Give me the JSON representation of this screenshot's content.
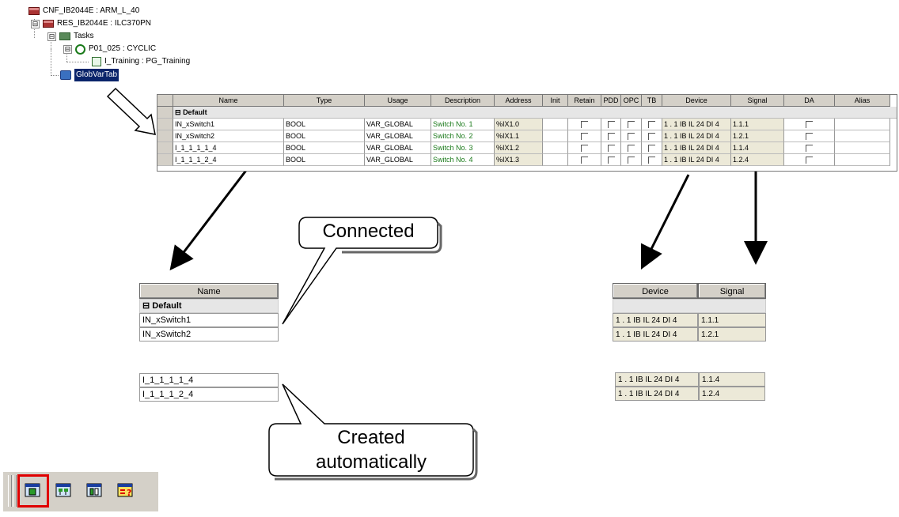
{
  "tree": {
    "nodes": [
      {
        "label": "CNF_IB2044E : ARM_L_40"
      },
      {
        "label": "RES_IB2044E : ILC370PN"
      },
      {
        "label": "Tasks"
      },
      {
        "label": "P01_025 : CYCLIC"
      },
      {
        "label": "I_Training : PG_Training"
      },
      {
        "label": "GlobVarTab"
      }
    ],
    "expand_symbol": "⊟"
  },
  "grid": {
    "columns": [
      "Name",
      "Type",
      "Usage",
      "Description",
      "Address",
      "Init",
      "Retain",
      "PDD",
      "OPC",
      "TB",
      "Device",
      "Signal",
      "DA",
      "Alias"
    ],
    "group_label": "Default",
    "group_symbol": "⊟",
    "rows": [
      {
        "name": "IN_xSwitch1",
        "type": "BOOL",
        "usage": "VAR_GLOBAL",
        "description": "Switch No. 1",
        "address": "%IX1.0",
        "device": "1 . 1 IB IL 24 DI 4",
        "signal": "1.1.1"
      },
      {
        "name": "IN_xSwitch2",
        "type": "BOOL",
        "usage": "VAR_GLOBAL",
        "description": "Switch No. 2",
        "address": "%IX1.1",
        "device": "1 . 1 IB IL 24 DI 4",
        "signal": "1.2.1"
      },
      {
        "name": "I_1_1_1_1_4",
        "type": "BOOL",
        "usage": "VAR_GLOBAL",
        "description": "Switch No. 3",
        "address": "%IX1.2",
        "device": "1 . 1 IB IL 24 DI 4",
        "signal": "1.1.4"
      },
      {
        "name": "I_1_1_1_2_4",
        "type": "BOOL",
        "usage": "VAR_GLOBAL",
        "description": "Switch No. 4",
        "address": "%IX1.3",
        "device": "1 . 1 IB IL 24 DI 4",
        "signal": "1.2.4"
      }
    ]
  },
  "name_table": {
    "header": "Name",
    "group_label": "Default",
    "group_symbol": "⊟",
    "connected_rows": [
      "IN_xSwitch1",
      "IN_xSwitch2"
    ],
    "auto_rows": [
      "I_1_1_1_1_4",
      "I_1_1_1_2_4"
    ]
  },
  "device_table": {
    "header_device": "Device",
    "header_signal": "Signal",
    "connected_rows": [
      {
        "device": "1 . 1 IB IL 24 DI 4",
        "signal": "1.1.1"
      },
      {
        "device": "1 . 1 IB IL 24 DI 4",
        "signal": "1.2.1"
      }
    ],
    "auto_rows": [
      {
        "device": "1 . 1 IB IL 24 DI 4",
        "signal": "1.1.4"
      },
      {
        "device": "1 . 1 IB IL 24 DI 4",
        "signal": "1.2.4"
      }
    ]
  },
  "callouts": {
    "connected": "Connected",
    "created_line1": "Created",
    "created_line2": "automatically"
  },
  "toolbar": {
    "buttons": [
      {
        "icon": "io-variable-icon",
        "active": true
      },
      {
        "icon": "network-variable-icon",
        "active": false
      },
      {
        "icon": "device-variable-icon",
        "active": false
      },
      {
        "icon": "unknown-variable-icon",
        "active": false
      }
    ],
    "active_color": "#e00000"
  },
  "colors": {
    "selection": "#0a246a",
    "description_text": "#1a7a1a",
    "header_bg": "#d4d0c8",
    "readonly_cell": "#ece9d8"
  }
}
